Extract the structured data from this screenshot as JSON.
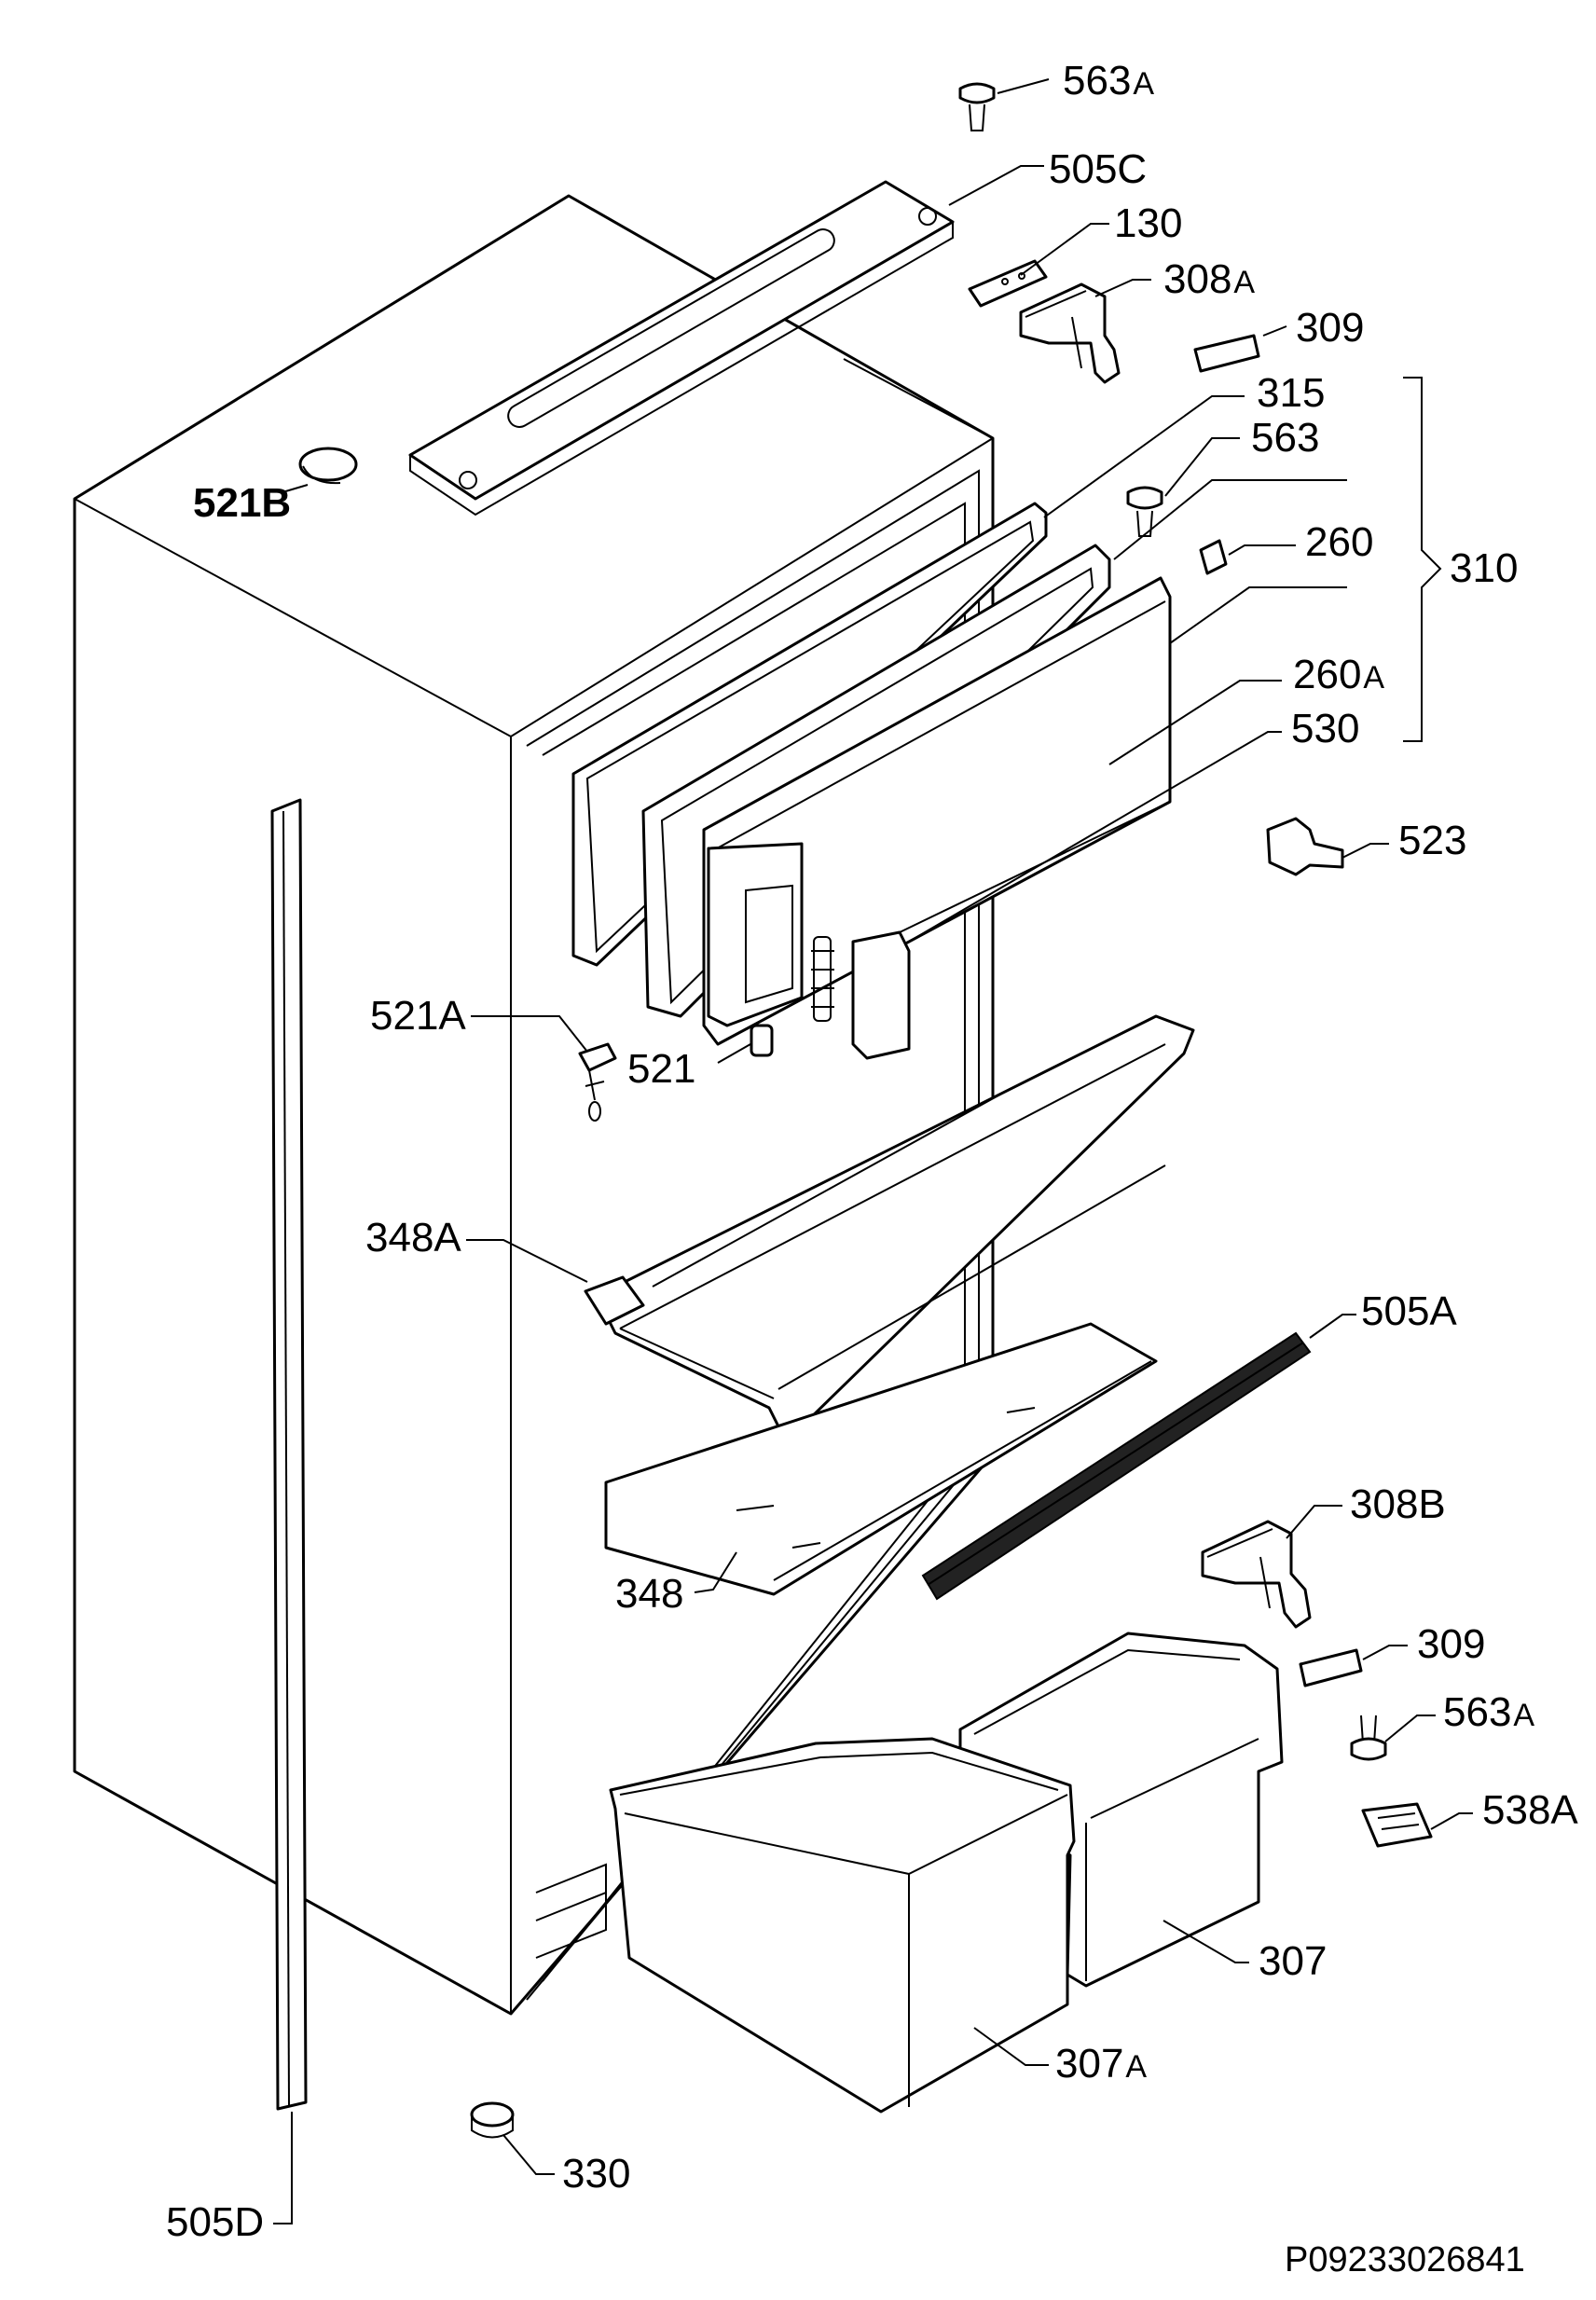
{
  "colors": {
    "line": "#000000",
    "background": "#ffffff"
  },
  "labels": {
    "p563a_top": {
      "num": "563",
      "suffix": "A"
    },
    "p505c": {
      "num": "505C"
    },
    "p130": {
      "num": "130"
    },
    "p308a": {
      "num": "308",
      "suffix": "A"
    },
    "p309_top": {
      "num": "309"
    },
    "p315": {
      "num": "315"
    },
    "p521b": {
      "num": "521B"
    },
    "p563": {
      "num": "563"
    },
    "p260": {
      "num": "260"
    },
    "p310": {
      "num": "310"
    },
    "p260a": {
      "num": "260",
      "suffix": "A"
    },
    "p530": {
      "num": "530"
    },
    "p523": {
      "num": "523"
    },
    "p521a": {
      "num": "521A"
    },
    "p521": {
      "num": "521"
    },
    "p348a": {
      "num": "348A"
    },
    "p505a": {
      "num": "505A"
    },
    "p308b": {
      "num": "308B"
    },
    "p348": {
      "num": "348"
    },
    "p309_bottom": {
      "num": "309"
    },
    "p563a_bottom": {
      "num": "563",
      "suffix": "A"
    },
    "p538a": {
      "num": "538A"
    },
    "p307": {
      "num": "307"
    },
    "p307a": {
      "num": "307",
      "suffix": "A"
    },
    "p505d": {
      "num": "505D"
    },
    "p330": {
      "num": "330"
    }
  },
  "document_id": "P09233026841"
}
